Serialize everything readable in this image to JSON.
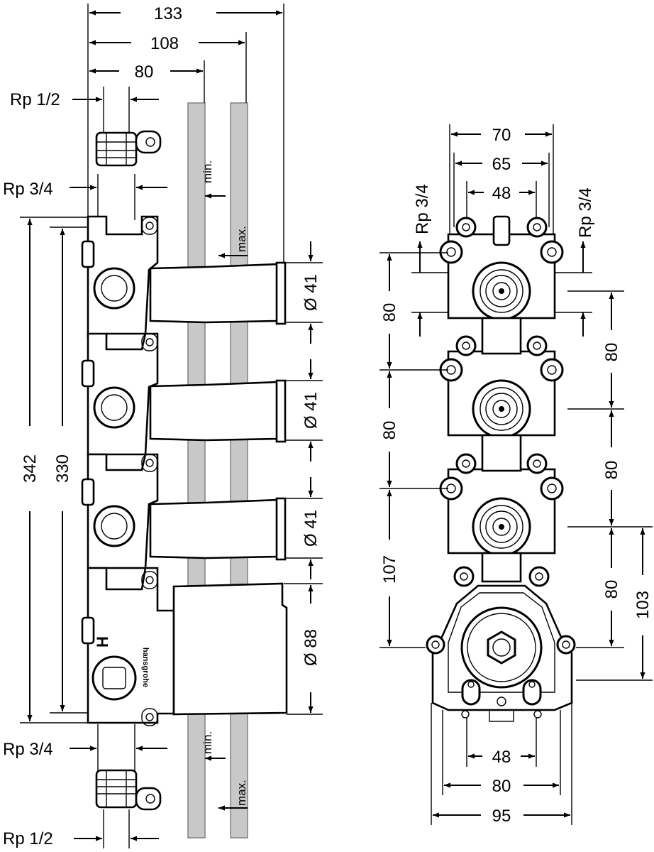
{
  "side_view": {
    "dims_top": [
      "133",
      "108",
      "80"
    ],
    "thread_top_half": "Rp 1/2",
    "thread_top_3q": "Rp 3/4",
    "thread_bottom_3q": "Rp 3/4",
    "thread_bottom_half": "Rp 1/2",
    "height_outer": "342",
    "height_inner": "330",
    "diam_1": "Ø 41",
    "diam_2": "Ø 41",
    "diam_3": "Ø 41",
    "diam_4": "Ø 88",
    "wall_min_top": "min.",
    "wall_max_top": "max.",
    "wall_min_bottom": "min.",
    "wall_max_bottom": "max.",
    "brand_mark": "hansgrohe",
    "hot_mark": "H"
  },
  "front_view": {
    "dims_top": [
      "70",
      "65",
      "48"
    ],
    "thread_left": "Rp 3/4",
    "thread_right": "Rp 3/4",
    "left_spacing": [
      "80",
      "80",
      "107"
    ],
    "right_spacing": [
      "80",
      "80",
      "80"
    ],
    "right_total": "103",
    "dims_bottom": [
      "48",
      "80",
      "95"
    ]
  }
}
